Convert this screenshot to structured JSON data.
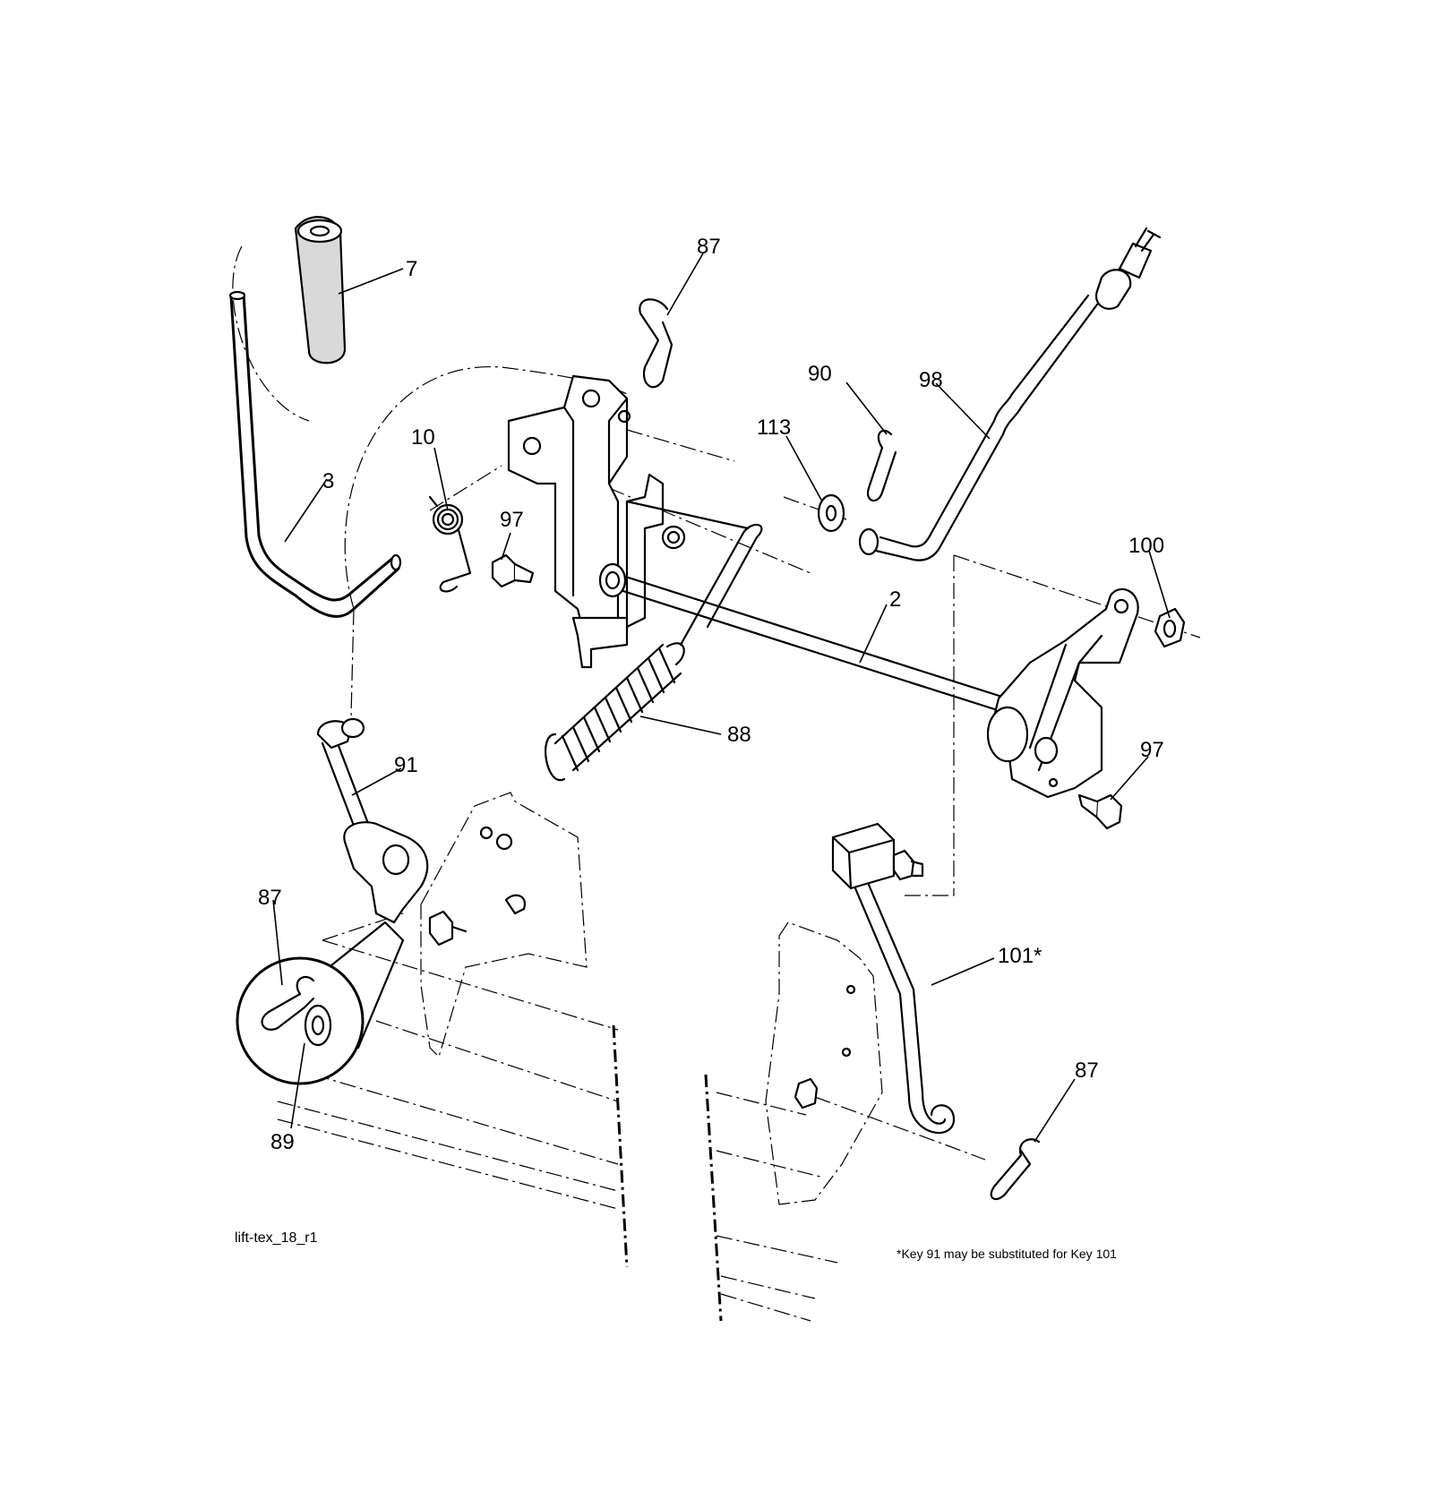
{
  "drawing_id": "lift-tex_18_r1",
  "footnote": "*Key 91 may be substituted for Key 101",
  "callouts": [
    {
      "key": "c7",
      "label": "7"
    },
    {
      "key": "c87a",
      "label": "87"
    },
    {
      "key": "c90",
      "label": "90"
    },
    {
      "key": "c98",
      "label": "98"
    },
    {
      "key": "c113",
      "label": "113"
    },
    {
      "key": "c10",
      "label": "10"
    },
    {
      "key": "c3",
      "label": "3"
    },
    {
      "key": "c97a",
      "label": "97"
    },
    {
      "key": "c100",
      "label": "100"
    },
    {
      "key": "c2",
      "label": "2"
    },
    {
      "key": "c88",
      "label": "88"
    },
    {
      "key": "c97b",
      "label": "97"
    },
    {
      "key": "c91",
      "label": "91"
    },
    {
      "key": "c87b",
      "label": "87"
    },
    {
      "key": "c89",
      "label": "89"
    },
    {
      "key": "c101",
      "label": "101*"
    },
    {
      "key": "c87c",
      "label": "87"
    }
  ]
}
